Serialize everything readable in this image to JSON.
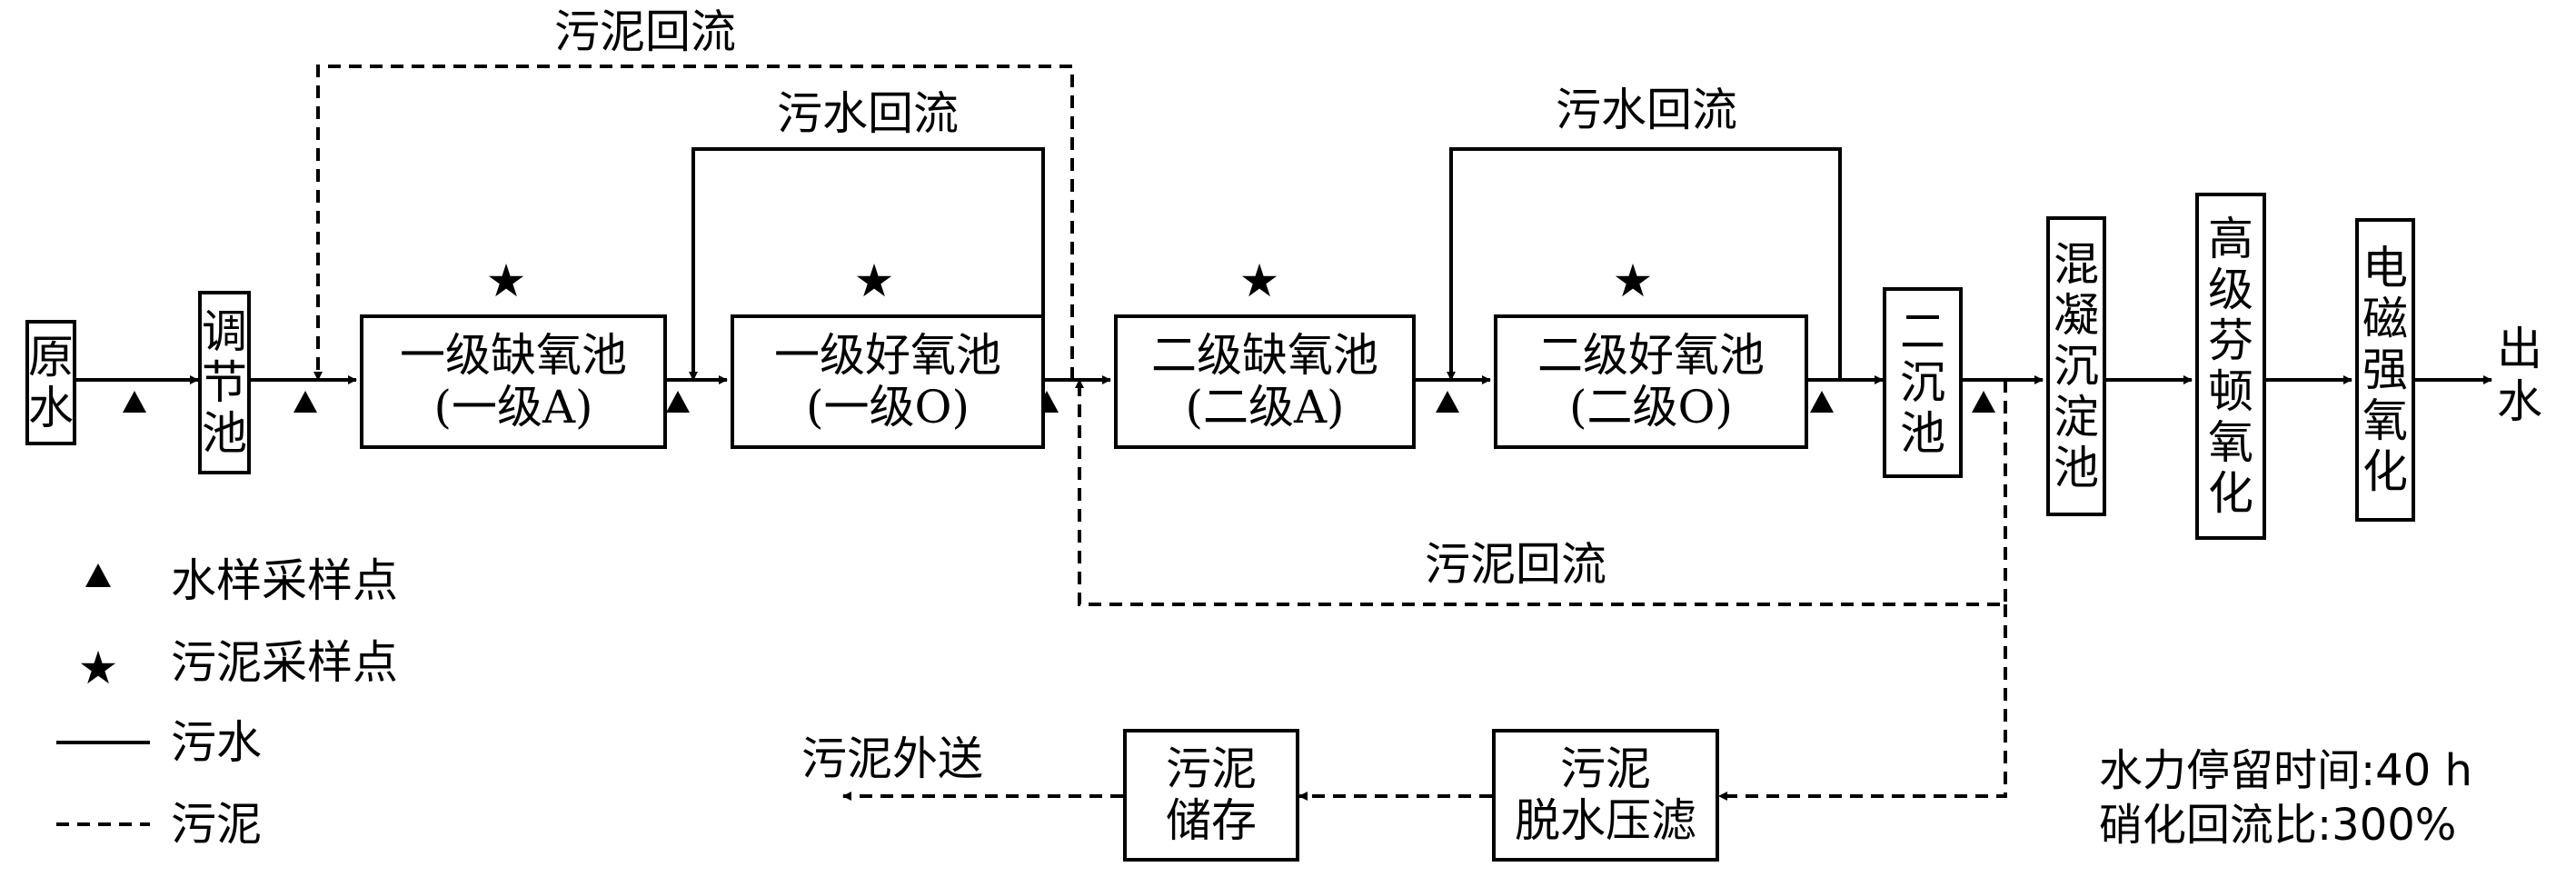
{
  "flow": {
    "raw_water": "原水",
    "equalization_tank": "调节池",
    "anoxic_1": {
      "name": "一级缺氧池",
      "sub": "(一级A)"
    },
    "oxic_1": {
      "name": "一级好氧池",
      "sub": "(一级O)"
    },
    "anoxic_2": {
      "name": "二级缺氧池",
      "sub": "(二级A)"
    },
    "oxic_2": {
      "name": "二级好氧池",
      "sub": "(二级O)"
    },
    "secondary_clarifier": "二沉池",
    "coagulation_tank": "混凝沉淀池",
    "advanced_fenton": "高级芬顿氧化",
    "electromagnetic_oxidation": "电磁强氧化",
    "effluent": "出水"
  },
  "sludge_line": {
    "dewatering": {
      "line1": "污泥",
      "line2": "脱水压滤"
    },
    "storage": {
      "line1": "污泥",
      "line2": "储存"
    },
    "export": "污泥外送"
  },
  "recycle_labels": {
    "sludge_top": "污泥回流",
    "water_1": "污水回流",
    "water_2": "污水回流",
    "sludge_bottom": "污泥回流"
  },
  "legend": {
    "water_sample": "水样采样点",
    "sludge_sample": "污泥采样点",
    "sewage_line": "污水",
    "sludge_line": "污泥"
  },
  "params": {
    "hrt": "水力停留时间:40 h",
    "nitrification_ratio": "硝化回流比:300%"
  }
}
